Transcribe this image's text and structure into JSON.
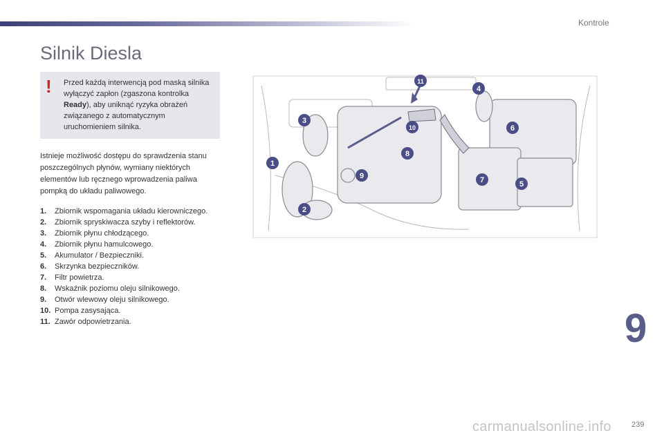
{
  "header": {
    "section": "Kontrole",
    "title": "Silnik Diesla"
  },
  "warning": {
    "icon": "exclamation-icon",
    "text_before": "Przed każdą interwencją pod maską silnika wyłączyć zapłon (zgaszona kontrolka ",
    "text_bold": "Ready",
    "text_after": "), aby uniknąć ryzyka obrażeń związanego z automatycznym uruchomieniem silnika."
  },
  "intro": "Istnieje możliwość dostępu do sprawdzenia stanu poszczególnych płynów, wymiany niektórych elementów lub ręcznego wprowadzenia paliwa pompką do układu paliwowego.",
  "items": [
    {
      "num": "1.",
      "text": "Zbiornik wspomagania układu kierowniczego."
    },
    {
      "num": "2.",
      "text": "Zbiornik spryskiwacza szyby i reflektorów."
    },
    {
      "num": "3.",
      "text": "Zbiornik płynu chłodzącego."
    },
    {
      "num": "4.",
      "text": "Zbiornik płynu hamulcowego."
    },
    {
      "num": "5.",
      "text": "Akumulator / Bezpieczniki."
    },
    {
      "num": "6.",
      "text": "Skrzynka bezpieczników."
    },
    {
      "num": "7.",
      "text": "Filtr powietrza."
    },
    {
      "num": "8.",
      "text": "Wskaźnik poziomu oleju silnikowego."
    },
    {
      "num": "9.",
      "text": "Otwór wlewowy oleju silnikowego."
    },
    {
      "num": "10.",
      "text": "Pompa zasysająca."
    },
    {
      "num": "11.",
      "text": "Zawór odpowietrzania."
    }
  ],
  "callouts": [
    "1",
    "2",
    "3",
    "4",
    "5",
    "6",
    "7",
    "8",
    "9",
    "10",
    "11"
  ],
  "chapter": "9",
  "page_number": "239",
  "watermark": "carmanualsonline.info",
  "colors": {
    "accent": "#3d3f78",
    "warning": "#d0202a",
    "callout": "#4b4e86"
  }
}
